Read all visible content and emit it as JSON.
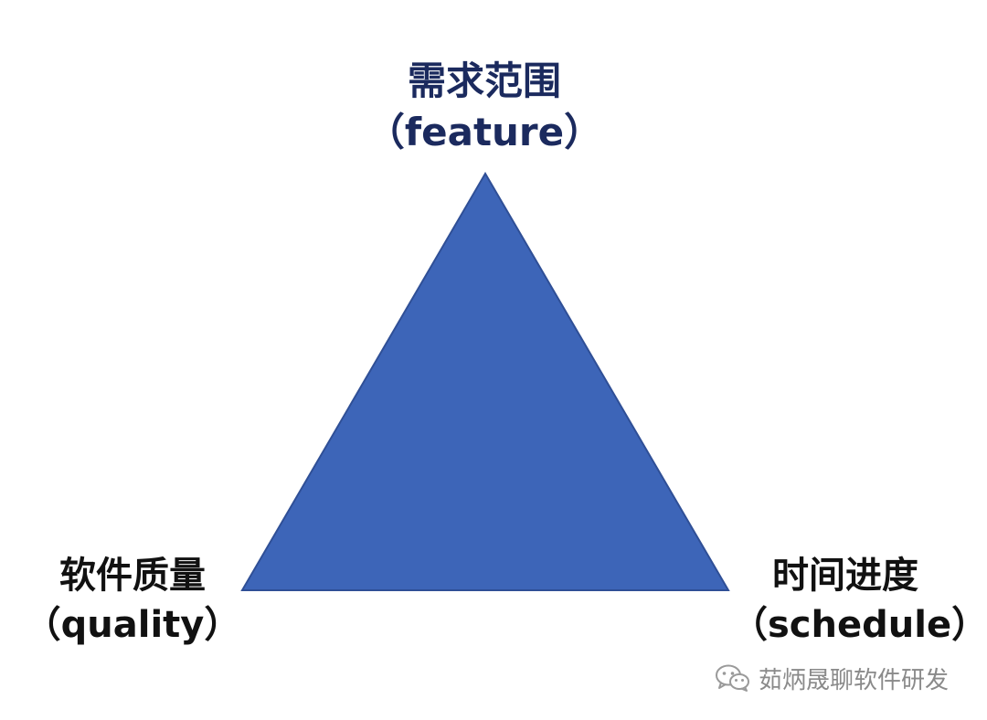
{
  "diagram": {
    "top": {
      "title": "需求范围",
      "subtitle": "（feature）"
    },
    "left": {
      "title": "软件质量",
      "subtitle": "（quality）"
    },
    "right": {
      "title": "时间进度",
      "subtitle": "（schedule）"
    },
    "triangle_fill": "#3d65b8",
    "triangle_stroke": "#2f4f96"
  },
  "watermark": {
    "text": "茹炳晟聊软件研发",
    "icon": "wechat-icon"
  }
}
